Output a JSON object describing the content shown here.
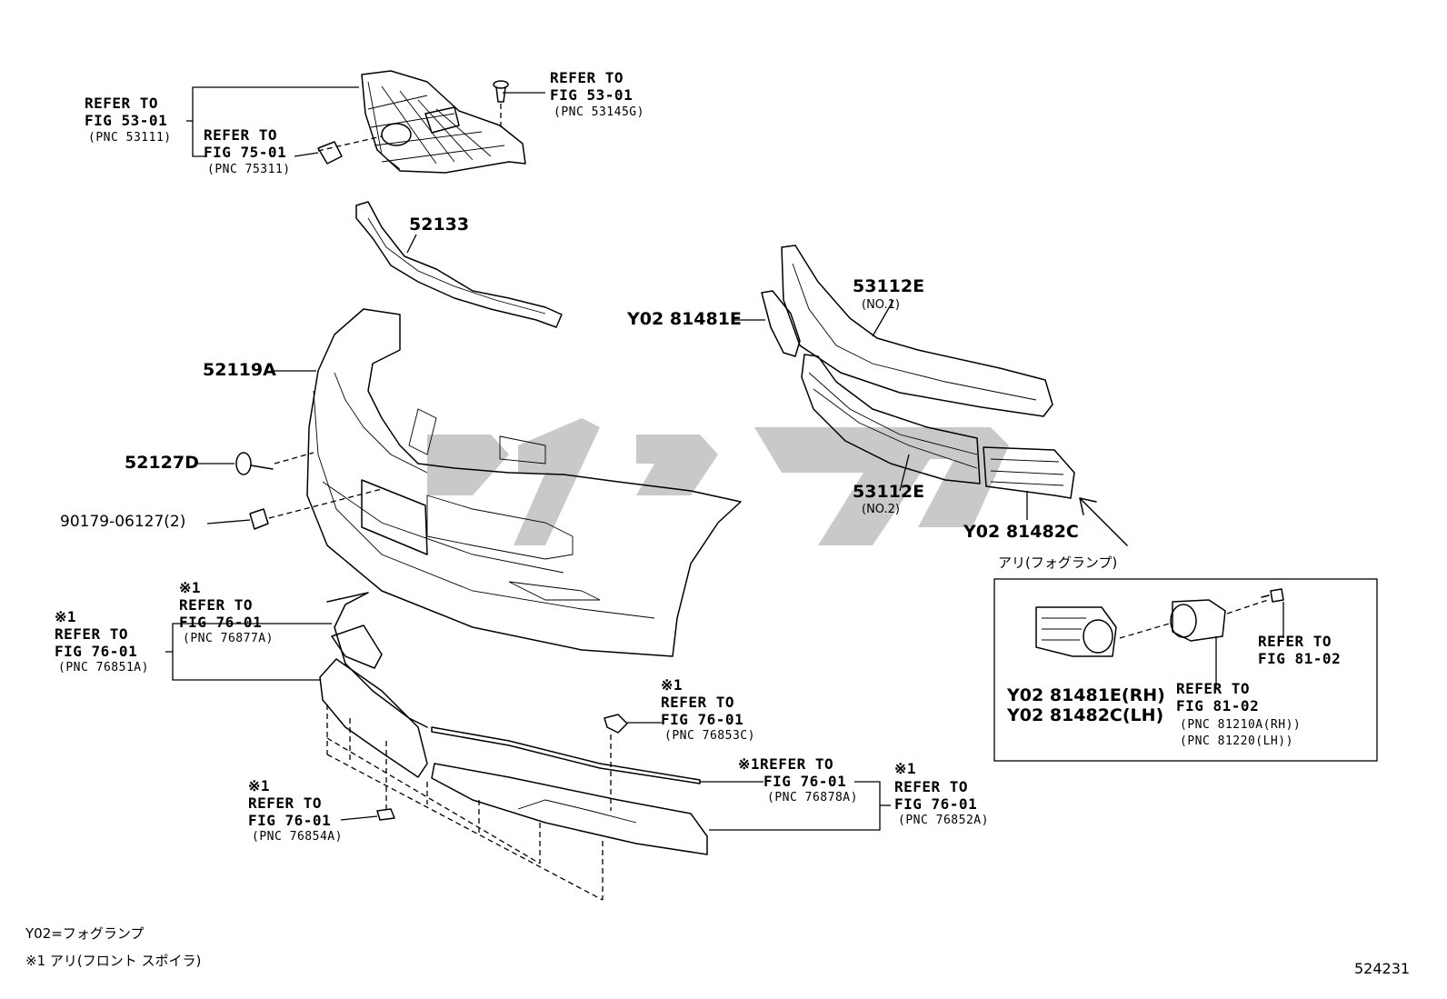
{
  "diagram": {
    "figure_id": "524231",
    "parts": {
      "p52133": "52133",
      "p52119A": "52119A",
      "p52127D": "52127D",
      "p90179": "90179-06127(2)",
      "p53112E_1": "53112E",
      "p53112E_1_no": "(NO.1)",
      "p53112E_2": "53112E",
      "p53112E_2_no": "(NO.2)",
      "p81481E": "Y02 81481E",
      "p81482C": "Y02 81482C",
      "inset_rh": "Y02 81481E(RH)",
      "inset_lh": "Y02 81482C(LH)"
    },
    "refs": {
      "grille_l1": "REFER TO",
      "grille_l2": "FIG 53-01",
      "grille_pnc": "(PNC 53111)",
      "emblem_l1": "REFER TO",
      "emblem_l2": "FIG 75-01",
      "emblem_pnc": "(PNC 75311)",
      "clip_l1": "REFER TO",
      "clip_l2": "FIG 53-01",
      "clip_pnc": "(PNC 53145G)",
      "sp1_mark": "※1",
      "sp1_l1": "REFER TO",
      "sp1_l2": "FIG 76-01",
      "sp1_pnc": "(PNC 76877A)",
      "sp2_mark": "※1",
      "sp2_l1": "REFER TO",
      "sp2_l2": "FIG 76-01",
      "sp2_pnc": "(PNC 76851A)",
      "sp3_mark": "※1",
      "sp3_l1": "REFER TO",
      "sp3_l2": "FIG 76-01",
      "sp3_pnc": "(PNC 76853C)",
      "sp4_l1": "※1REFER TO",
      "sp4_l2": "FIG 76-01",
      "sp4_pnc": "(PNC 76878A)",
      "sp5_mark": "※1",
      "sp5_l1": "REFER TO",
      "sp5_l2": "FIG 76-01",
      "sp5_pnc": "(PNC 76852A)",
      "sp6_mark": "※1",
      "sp6_l1": "REFER TO",
      "sp6_l2": "FIG 76-01",
      "sp6_pnc": "(PNC 76854A)",
      "fog_l1": "REFER TO",
      "fog_l2": "FIG 81-02",
      "fog_pnc1": "(PNC 81210A(RH))",
      "fog_pnc2": "(PNC 81220(LH))",
      "bolt_l1": "REFER TO",
      "bolt_l2": "FIG 81-02"
    },
    "inset_title": "アリ(フォグランプ)",
    "notes": {
      "y02": "Y02=フォグランプ",
      "mark1": "※1 アリ(フロント  スポイラ)"
    }
  }
}
